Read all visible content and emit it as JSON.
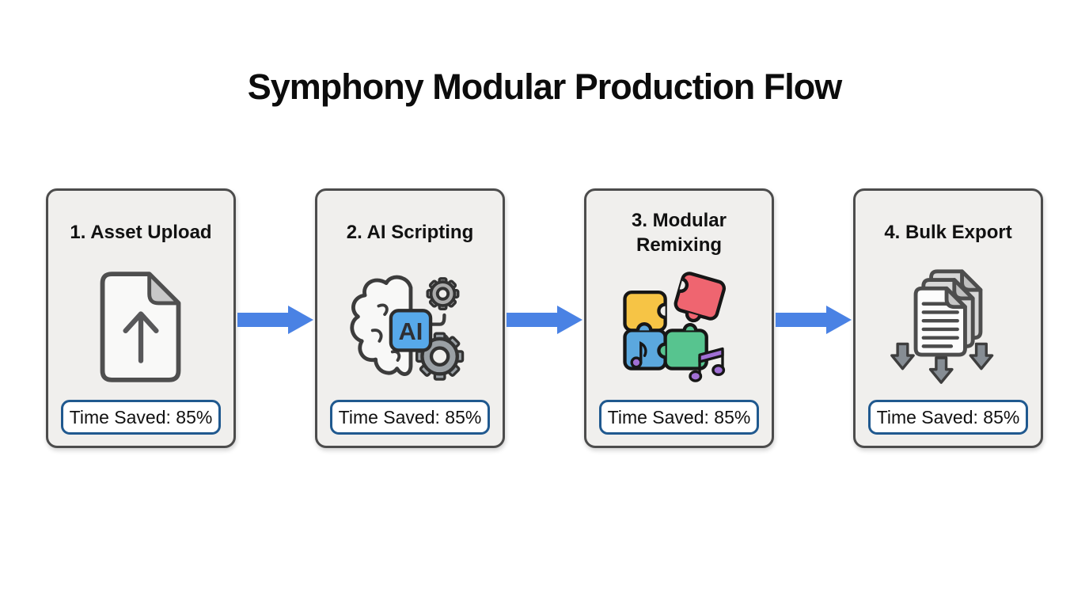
{
  "title": "Symphony Modular Production Flow",
  "steps": [
    {
      "label": "1. Asset Upload",
      "icon": "document-upload-icon",
      "badge": "Time Saved: 85%"
    },
    {
      "label": "2. AI Scripting",
      "icon": "ai-brain-gears-icon",
      "icon_text": "AI",
      "badge": "Time Saved: 85%"
    },
    {
      "label": "3. Modular Remixing",
      "icon": "puzzle-music-remix-icon",
      "badge": "Time Saved: 85%"
    },
    {
      "label": "4. Bulk Export",
      "icon": "documents-download-icon",
      "badge": "Time Saved: 85%"
    }
  ],
  "colors": {
    "arrow_blue": "#4a82e4",
    "badge_border_blue": "#20598f",
    "box_background": "#f0efed",
    "box_border": "#4c4c4c",
    "chip_blue": "#57a9ea",
    "gear_gray": "#9aa0a5",
    "puzzle_yellow": "#f6c445",
    "puzzle_blue": "#5ba8de",
    "puzzle_green": "#57c48f",
    "puzzle_red": "#ef6570",
    "note_purple": "#a06fd4"
  }
}
